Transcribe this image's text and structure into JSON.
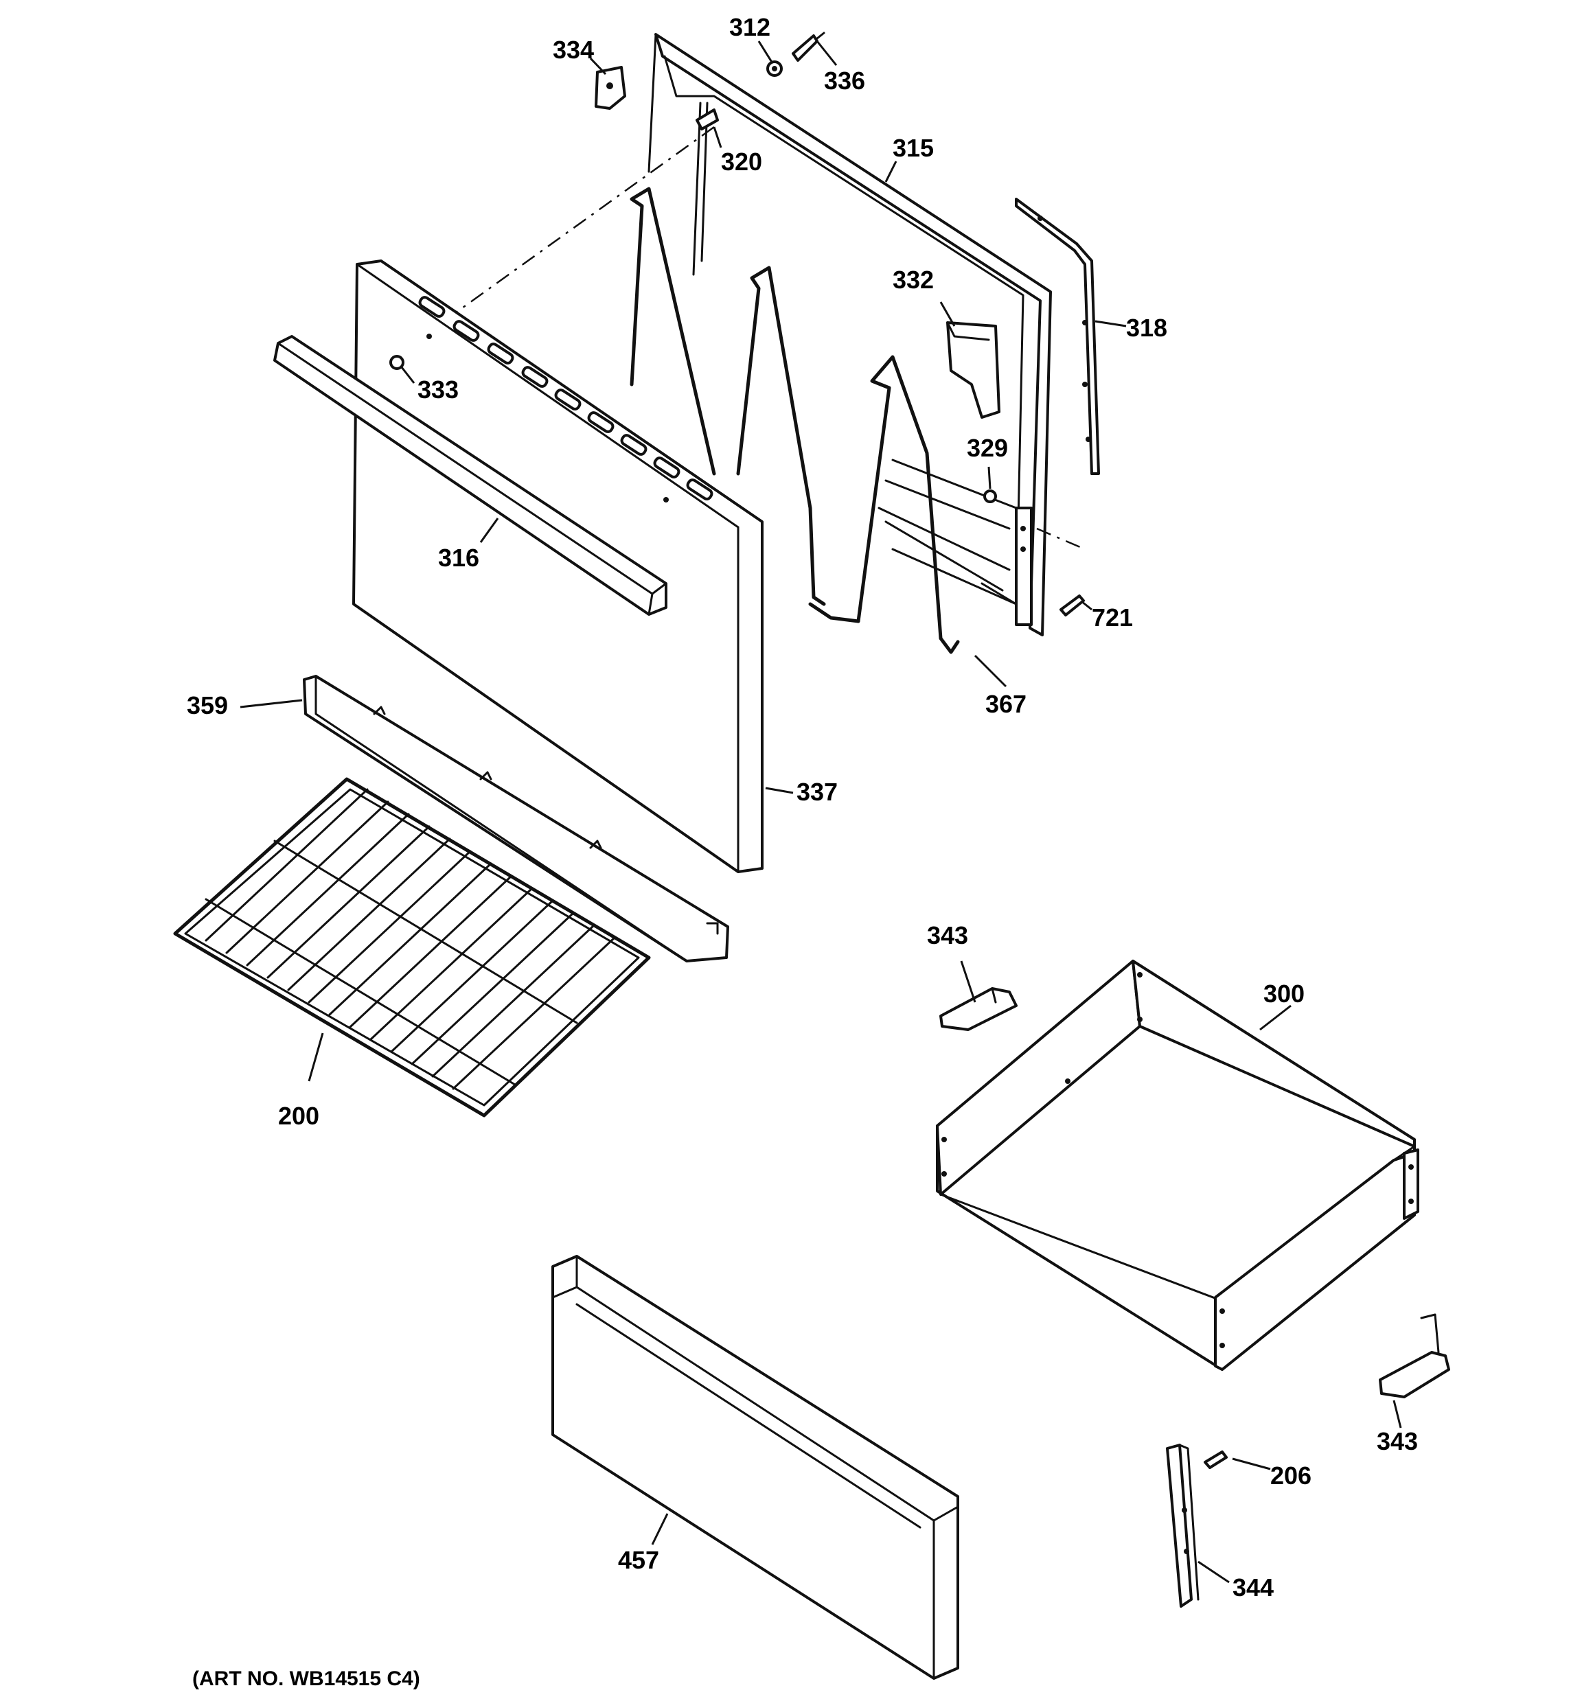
{
  "parts": {
    "p312": "312",
    "p334": "334",
    "p336": "336",
    "p320": "320",
    "p315": "315",
    "p318": "318",
    "p332": "332",
    "p333": "333",
    "p329": "329",
    "p316": "316",
    "p721": "721",
    "p359": "359",
    "p367": "367",
    "p337": "337",
    "p343a": "343",
    "p300": "300",
    "p200": "200",
    "p343b": "343",
    "p206": "206",
    "p457": "457",
    "p344": "344"
  },
  "caption": "(ART NO. WB14515 C4)"
}
